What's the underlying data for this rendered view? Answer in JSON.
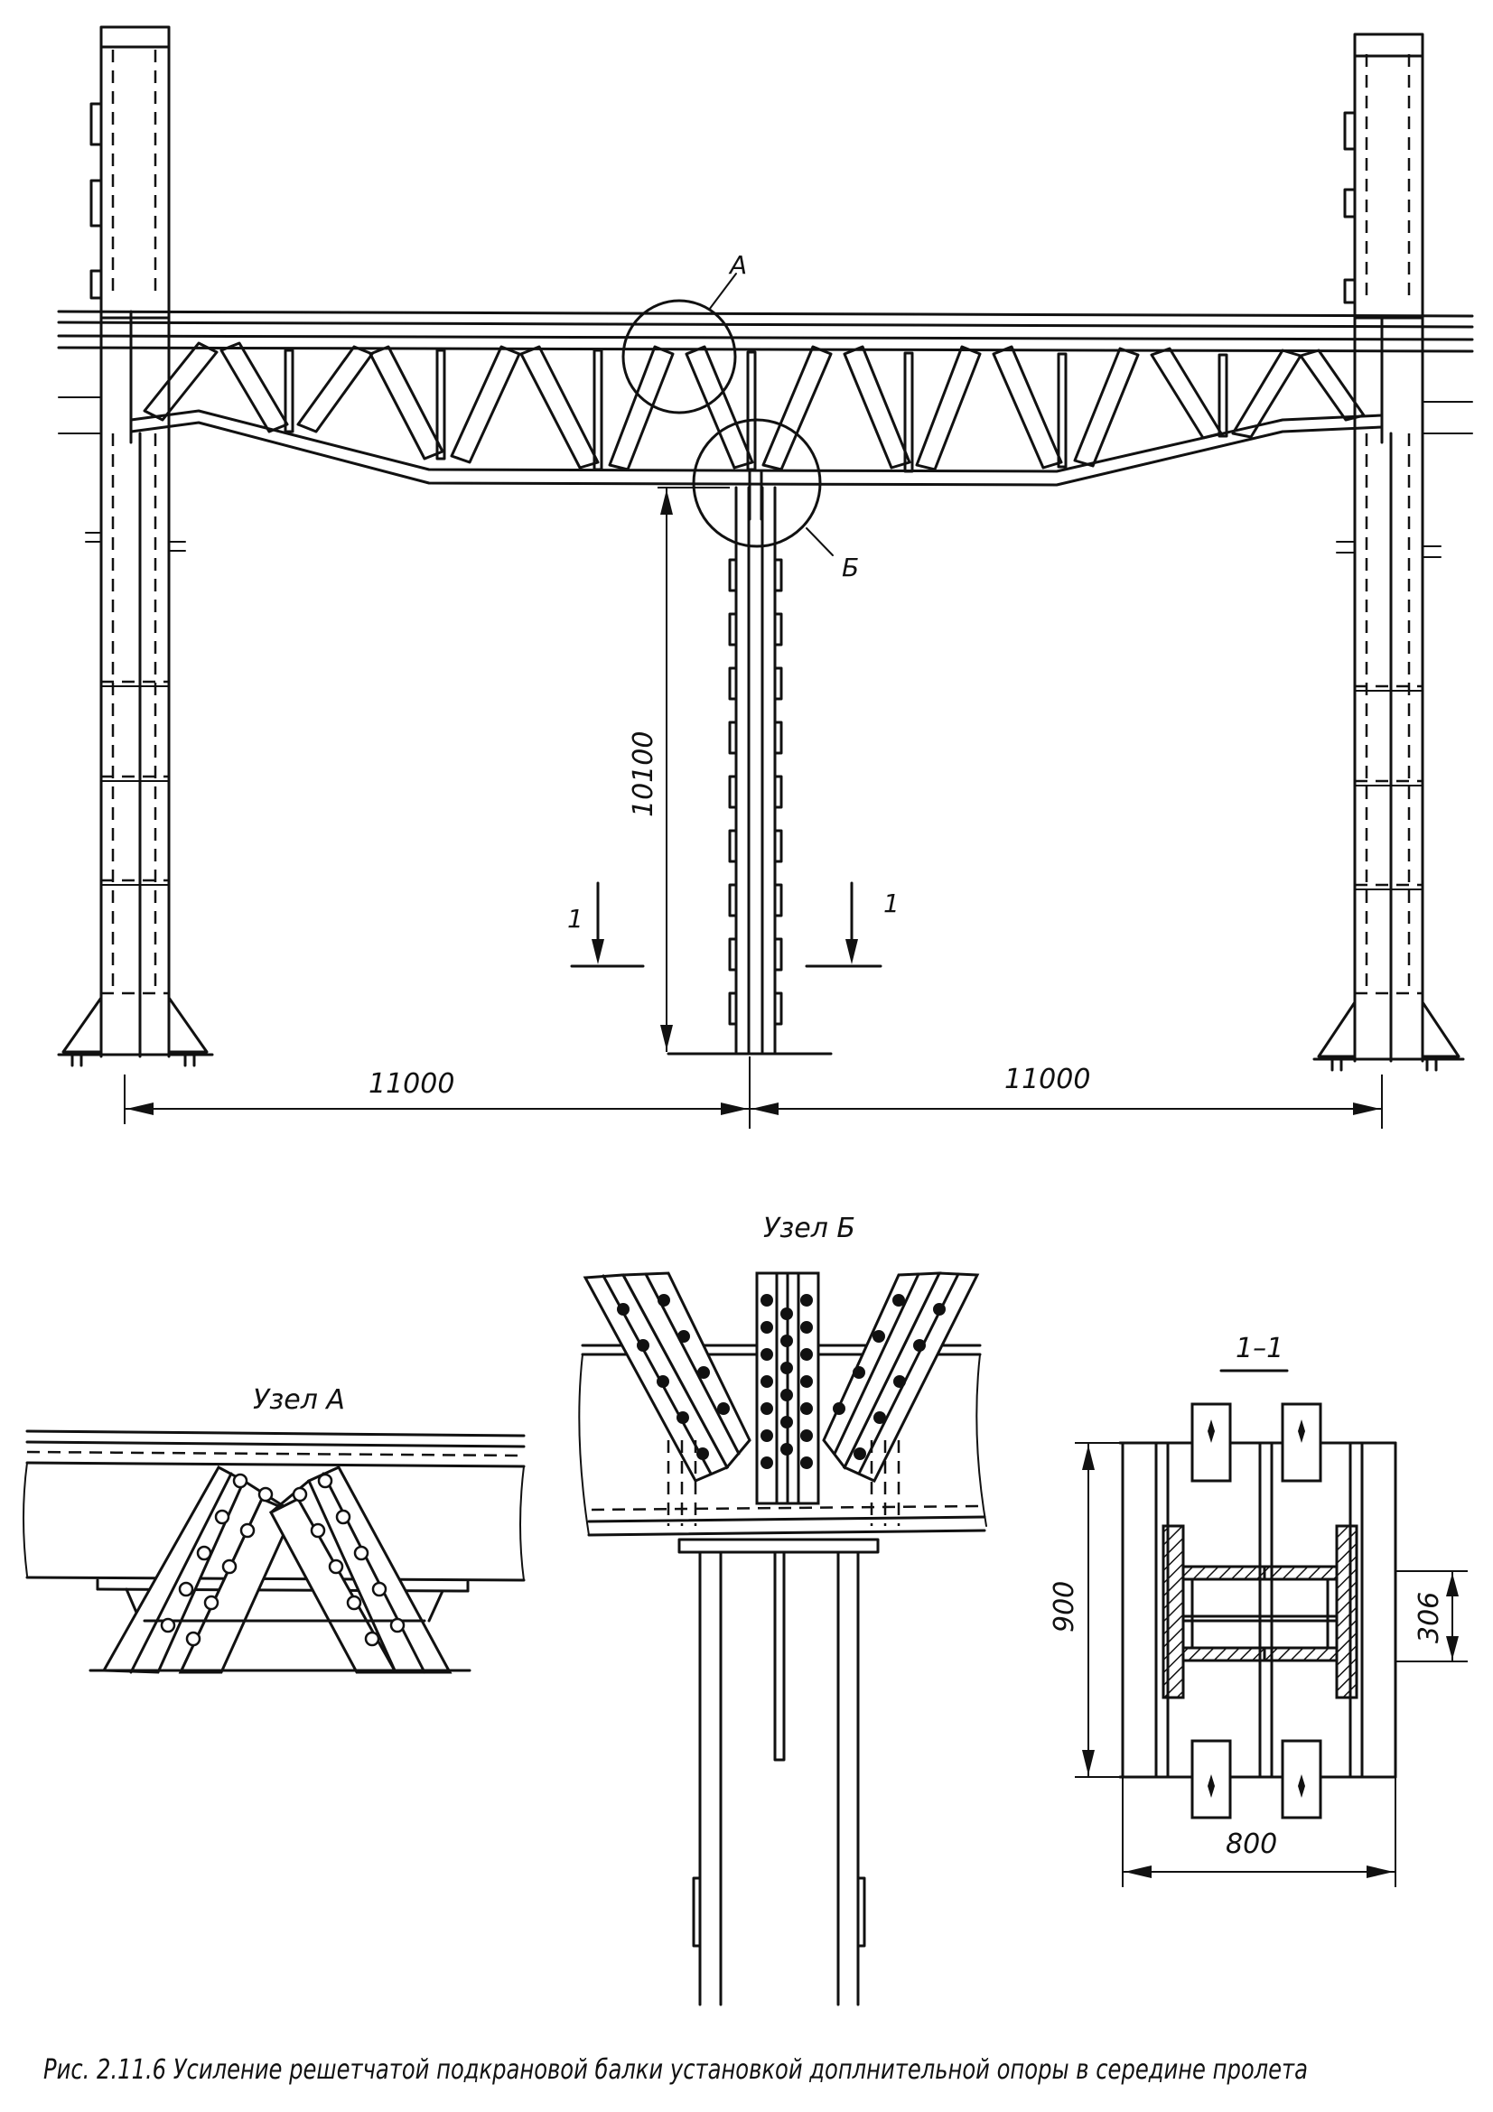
{
  "labels": {
    "node_a_mark": "А",
    "node_b_mark": "Б",
    "section_left": "1",
    "section_right": "1",
    "height_dim": "10100",
    "span_left": "11000",
    "span_right": "11000",
    "node_b_title": "Узел Б",
    "node_a_title": "Узел А",
    "section_title": "1–1",
    "section_height": "900",
    "section_web": "306",
    "section_width": "800"
  },
  "caption": "Рис. 2.11.6 Усиление решетчатой подкрановой балки установкой доплнительной опоры в середине пролета"
}
